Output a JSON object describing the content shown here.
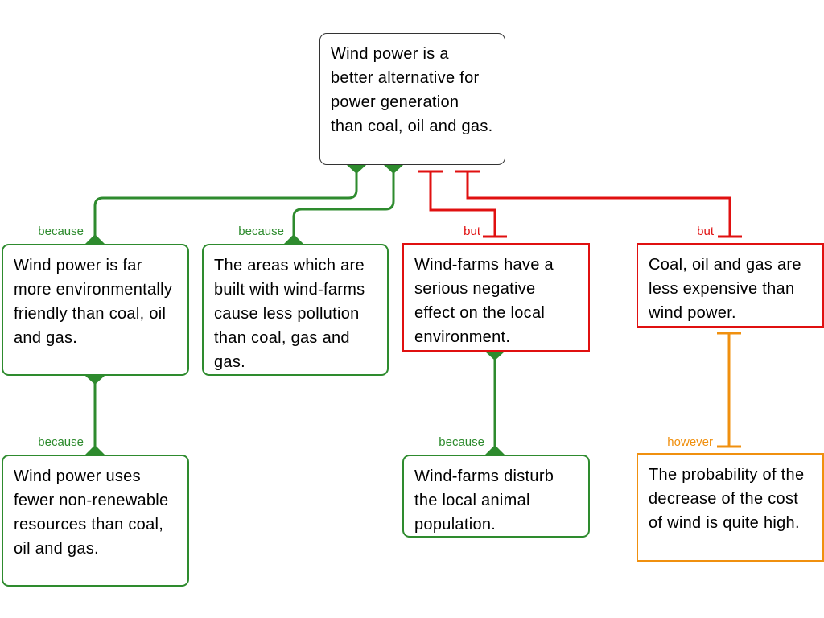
{
  "colors": {
    "claim_border": "#333333",
    "reason": "#2e8b2e",
    "objection": "#e01010",
    "rebuttal": "#f0900f"
  },
  "claim": {
    "text": "Wind power is a better alternative for power generation than coal, oil and gas."
  },
  "nodes": [
    {
      "id": "reason1",
      "kind": "reason",
      "label": "because",
      "text": "Wind power is far more environmentally friendly than coal, oil and gas."
    },
    {
      "id": "reason2",
      "kind": "reason",
      "label": "because",
      "text": "The areas which are built with wind-farms cause less pollution than coal, gas and gas."
    },
    {
      "id": "objection1",
      "kind": "objection",
      "label": "but",
      "text": "Wind-farms have a serious negative effect on the local environment."
    },
    {
      "id": "objection2",
      "kind": "objection",
      "label": "but",
      "text": "Coal, oil and gas are less expensive than wind power."
    },
    {
      "id": "reason1a",
      "kind": "reason",
      "label": "because",
      "text": "Wind power uses fewer non-renewable resources than coal, oil and gas."
    },
    {
      "id": "reason3a",
      "kind": "reason",
      "label": "because",
      "text": "Wind-farms disturb the local animal population."
    },
    {
      "id": "rebuttal4a",
      "kind": "rebuttal",
      "label": "however",
      "text": "The probability of the decrease of the cost of wind is quite high."
    }
  ]
}
